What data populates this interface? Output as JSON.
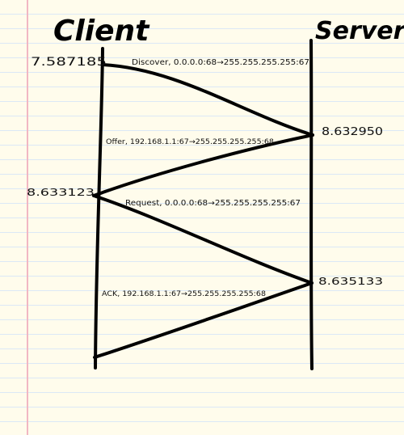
{
  "participants": {
    "client": "Client",
    "server": "Server"
  },
  "messages": [
    {
      "name": "Discover",
      "label": "Discover, 0.0.0.0:68→255.255.255.255:67",
      "from": "client",
      "to": "server",
      "send_time": "7.587185",
      "receive_time": "8.632950"
    },
    {
      "name": "Offer",
      "label": "Offer, 192.168.1.1:67→255.255.255.255:68",
      "from": "server",
      "to": "client",
      "send_time": "8.632950",
      "receive_time": "8.633123"
    },
    {
      "name": "Request",
      "label": "Request, 0.0.0.0:68→255.255.255.255:67",
      "from": "client",
      "to": "server",
      "send_time": "8.633123",
      "receive_time": "8.635133"
    },
    {
      "name": "ACK",
      "label": "ACK, 192.168.1.1:67→255.255.255.255:68",
      "from": "server",
      "to": "client",
      "send_time": "8.635133",
      "receive_time": ""
    }
  ],
  "colors": {
    "ink": "#000000",
    "ruled_line": "#dbe8f6",
    "margin_line": "#f1b7c3",
    "paper": "#fffcec"
  }
}
